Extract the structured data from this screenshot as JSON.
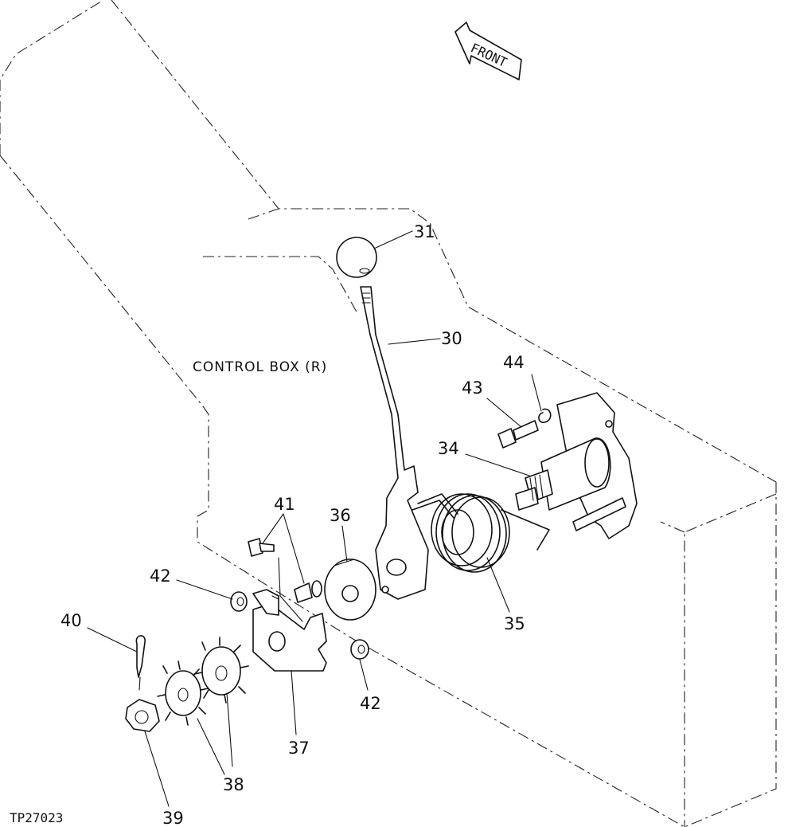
{
  "diagram": {
    "box_label": "CONTROL BOX (R)",
    "front_arrow_text": "FRONT",
    "figure_id": "TP27023",
    "callouts": {
      "c31": "31",
      "c30": "30",
      "c44": "44",
      "c43": "43",
      "c34": "34",
      "c41": "41",
      "c36": "36",
      "c42a": "42",
      "c42b": "42",
      "c40": "40",
      "c35": "35",
      "c37": "37",
      "c38": "38",
      "c39": "39"
    }
  }
}
